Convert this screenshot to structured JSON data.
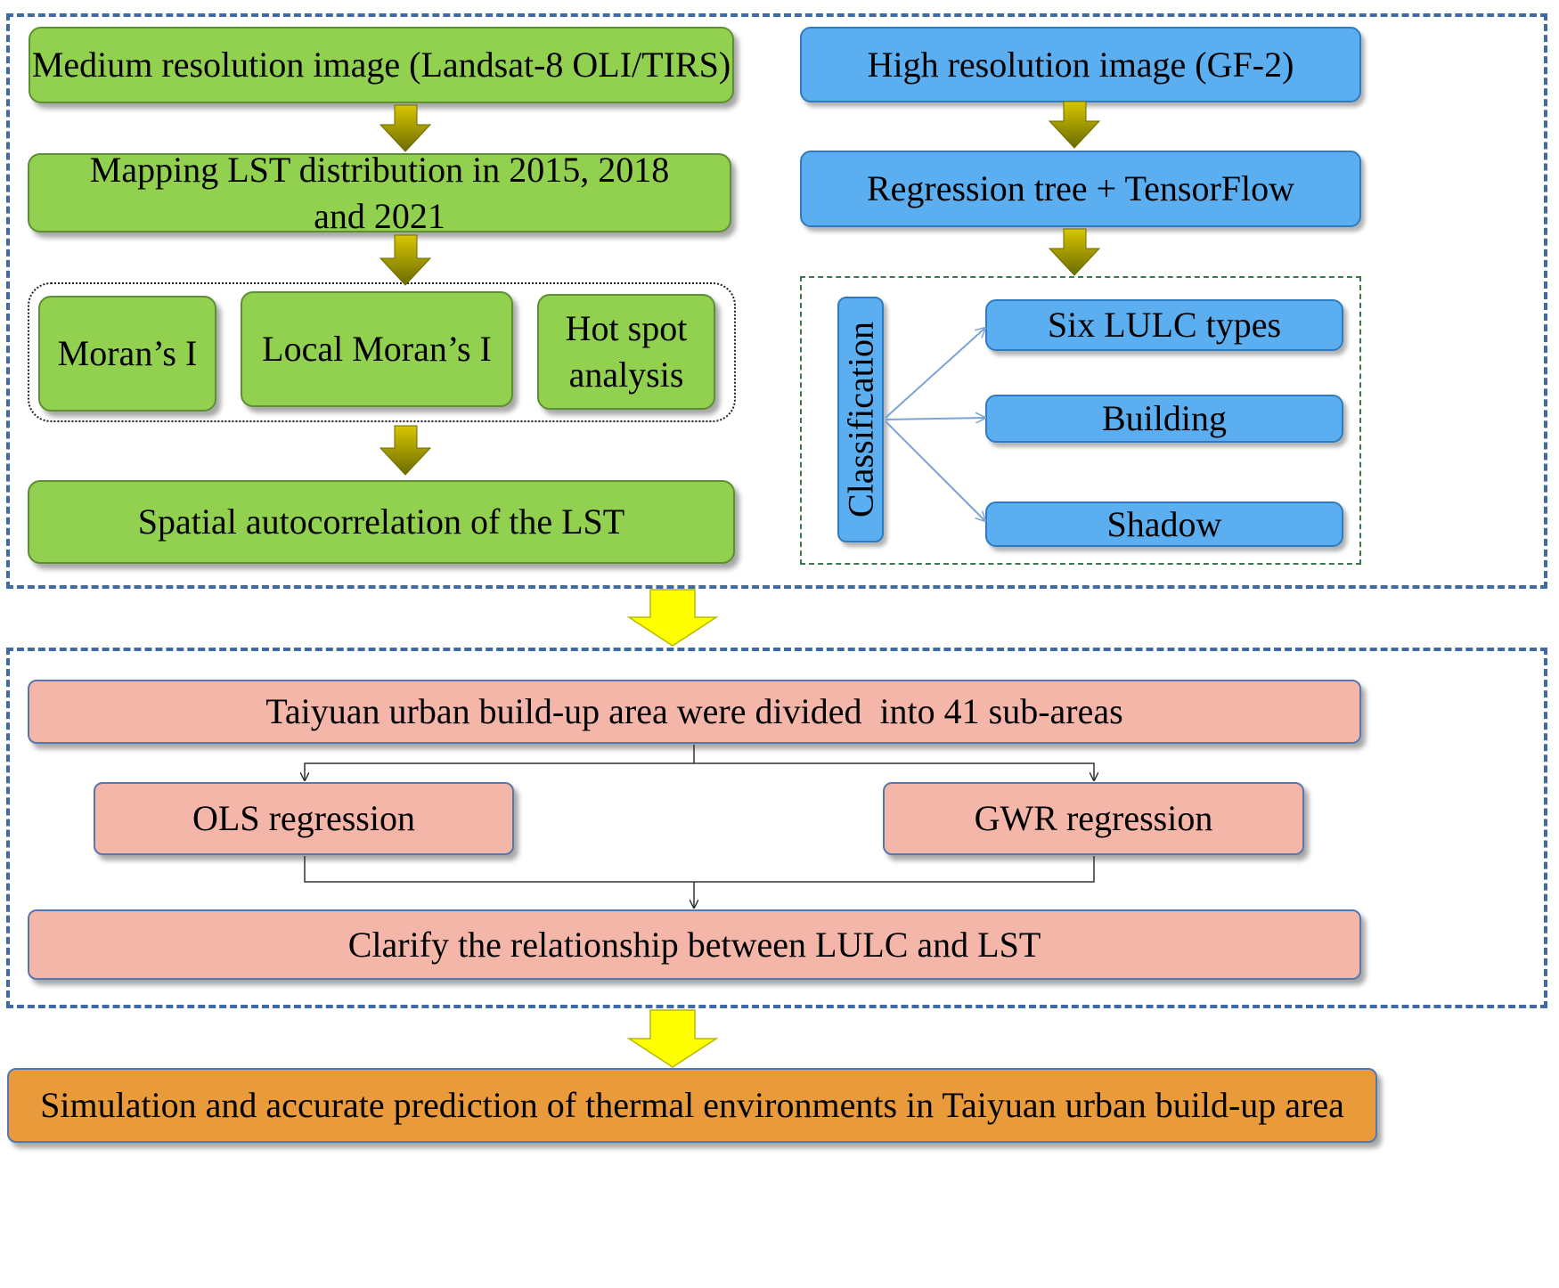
{
  "top_left": {
    "medium_image": "Medium resolution image (Landsat-8 OLI/TIRS)",
    "mapping_lst": "Mapping LST distribution in 2015, 2018 and 2021",
    "morans_i": "Moran’s I",
    "local_morans_i": "Local Moran’s I",
    "hot_spot": "Hot spot analysis",
    "spatial_autocorrelation": "Spatial autocorrelation of the LST"
  },
  "top_right": {
    "high_image": "High resolution image (GF-2)",
    "regression_tree": "Regression tree + TensorFlow",
    "classification": "Classification",
    "six_lulc": "Six LULC types",
    "building": "Building",
    "shadow": "Shadow"
  },
  "middle": {
    "divided": "Taiyuan urban build-up area were divided  into 41 sub-areas",
    "ols": "OLS regression",
    "gwr": "GWR regression",
    "clarify": "Clarify the relationship between LULC and LST"
  },
  "bottom": {
    "simulation": "Simulation and accurate prediction of thermal environments in Taiyuan urban build-up area"
  },
  "colors": {
    "green_box": "#92d050",
    "blue_box": "#5baff0",
    "pink_box": "#f4b6a8",
    "orange_box": "#e99a3b",
    "olive_arrow": "#808000",
    "yellow_arrow": "#ffff00",
    "frame_dashed": "#3f6aa5"
  }
}
